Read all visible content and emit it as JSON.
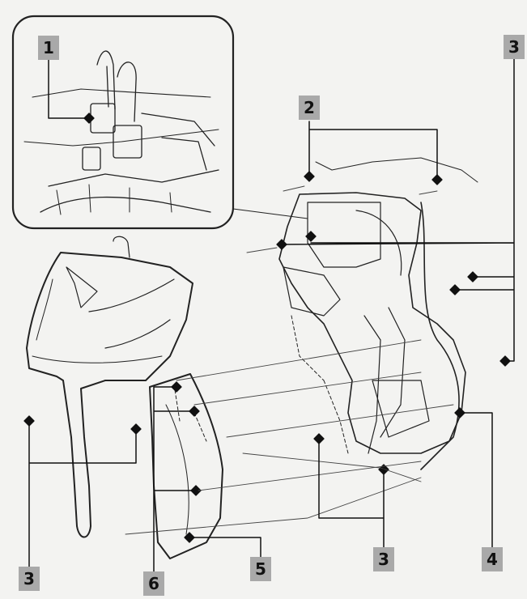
{
  "diagram": {
    "callouts": [
      {
        "id": "c1",
        "label": "1"
      },
      {
        "id": "c2",
        "label": "2"
      },
      {
        "id": "c3a",
        "label": "3"
      },
      {
        "id": "c3b",
        "label": "3"
      },
      {
        "id": "c3c",
        "label": "3"
      },
      {
        "id": "c4",
        "label": "4"
      },
      {
        "id": "c5",
        "label": "5"
      },
      {
        "id": "c6",
        "label": "6"
      }
    ],
    "colors": {
      "background": "#f3f3f1",
      "callout_fill": "#a9a9a9",
      "ink": "#111111"
    }
  }
}
